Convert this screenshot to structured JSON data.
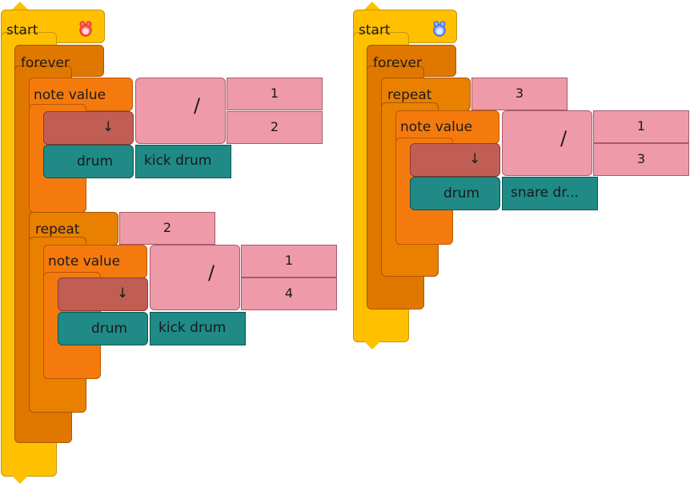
{
  "stack1": {
    "start_label": "start",
    "forever_label": "forever",
    "note1": {
      "label": "note value",
      "divide": "/",
      "numerator": "1",
      "denominator": "2"
    },
    "arrow1": "↓",
    "drum1": {
      "label": "drum",
      "value": "kick drum"
    },
    "repeat": {
      "label": "repeat",
      "count": "2"
    },
    "note2": {
      "label": "note value",
      "divide": "/",
      "numerator": "1",
      "denominator": "4"
    },
    "arrow2": "↓",
    "drum2": {
      "label": "drum",
      "value": "kick drum"
    }
  },
  "stack2": {
    "start_label": "start",
    "forever_label": "forever",
    "repeat": {
      "label": "repeat",
      "count": "3"
    },
    "note": {
      "label": "note value",
      "divide": "/",
      "numerator": "1",
      "denominator": "3"
    },
    "arrow": "↓",
    "drum": {
      "label": "drum",
      "value": "snare dr..."
    }
  },
  "colors": {
    "start": "#ffc000",
    "forever": "#e07800",
    "note": "#f57a0e",
    "divide": "#ee9aa8",
    "drum": "#1f8a86",
    "arrow": "#c05e54",
    "mouse_red": "#ff3b3b",
    "mouse_blue": "#4a7cff"
  }
}
